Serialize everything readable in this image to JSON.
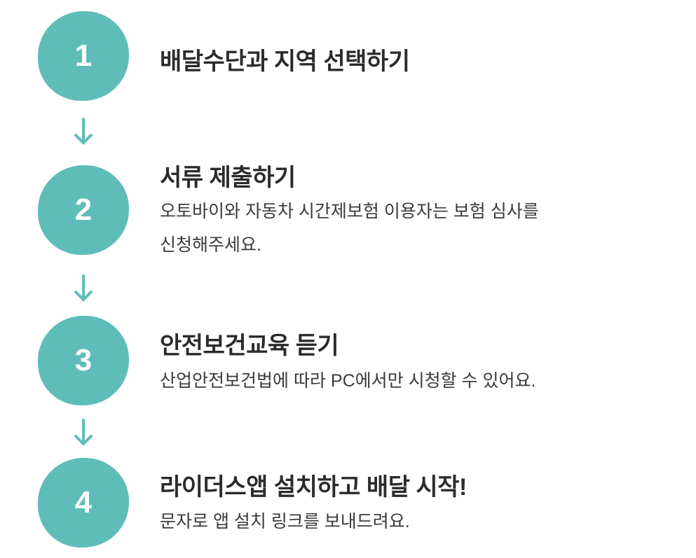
{
  "accent": "#5fbdb9",
  "steps": [
    {
      "number": "1",
      "title": "배달수단과 지역 선택하기"
    },
    {
      "number": "2",
      "title": "서류 제출하기",
      "desc_lines": [
        "오토바이와 자동차 시간제보험 이용자는 보험 심사를",
        "신청해주세요."
      ]
    },
    {
      "number": "3",
      "title": "안전보건교육 듣기",
      "desc_lines": [
        "산업안전보건법에 따라 PC에서만 시청할 수 있어요."
      ]
    },
    {
      "number": "4",
      "title": "라이더스앱 설치하고 배달 시작!",
      "desc_lines": [
        "문자로 앱 설치 링크를 보내드려요."
      ]
    }
  ]
}
